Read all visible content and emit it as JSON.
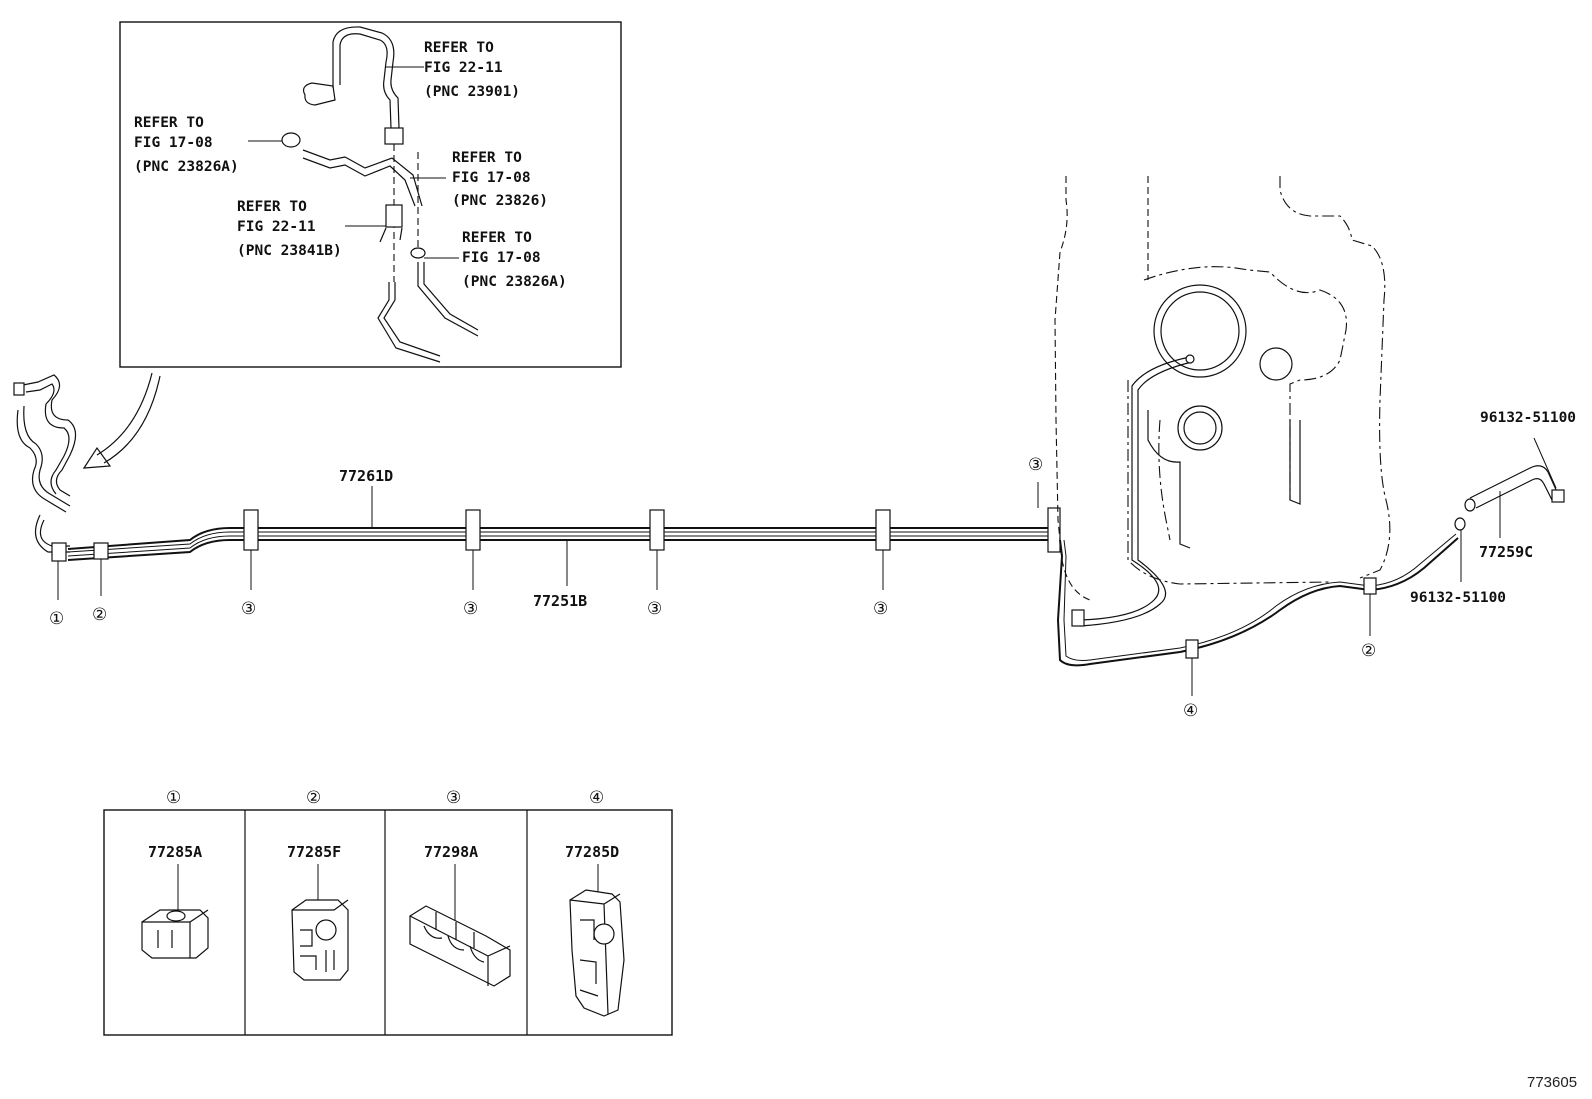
{
  "inset_refs": [
    {
      "line1": "REFER TO",
      "line2": "FIG 22-11",
      "line3": "(PNC 23901)"
    },
    {
      "line1": "REFER TO",
      "line2": "FIG 17-08",
      "line3": "(PNC 23826A)"
    },
    {
      "line1": "REFER TO",
      "line2": "FIG 17-08",
      "line3": "(PNC 23826)"
    },
    {
      "line1": "REFER TO",
      "line2": "FIG 22-11",
      "line3": "(PNC 23841B)"
    },
    {
      "line1": "REFER TO",
      "line2": "FIG 17-08",
      "line3": "(PNC 23826A)"
    }
  ],
  "parts": {
    "tube_upper": "77261D",
    "tube_lower": "77251B",
    "end_tube": "77259C",
    "clip_top": "96132-51100",
    "clip_bottom": "96132-51100"
  },
  "callouts": {
    "c1": "①",
    "c2": "②",
    "c3": "③",
    "c4": "④"
  },
  "legend": [
    {
      "marker": "①",
      "part": "77285A"
    },
    {
      "marker": "②",
      "part": "77285F"
    },
    {
      "marker": "③",
      "part": "77298A"
    },
    {
      "marker": "④",
      "part": "77285D"
    }
  ],
  "figure_id": "773605"
}
